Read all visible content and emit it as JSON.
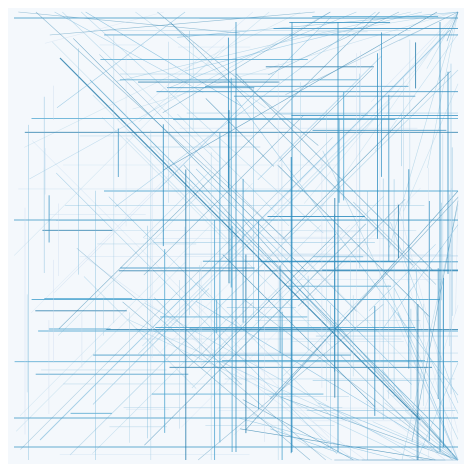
{
  "artwork": {
    "background_color": "#f4f8fc",
    "page_color": "#ffffff",
    "stroke_colors": [
      "#2b8cbe",
      "#3f97c6",
      "#4aa3cf",
      "#1f78a8",
      "#6bb0d6",
      "#9ecae1",
      "#c6dbef"
    ],
    "description_free": "",
    "line_groups": [
      "horizontal-lines",
      "vertical-lines",
      "diagonal-lines-desc",
      "diagonal-lines-asc"
    ]
  }
}
